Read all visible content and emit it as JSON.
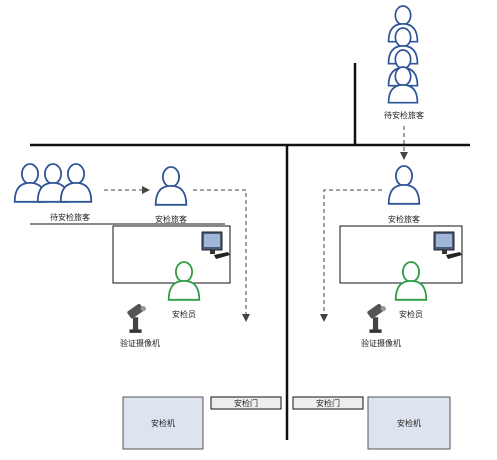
{
  "labels": {
    "waiting_passengers": "待安检旅客",
    "passenger_under_check": "安检旅客",
    "inspector": "安检员",
    "camera": "验证摄像机",
    "gate": "安检门",
    "machine": "安检机"
  },
  "colors": {
    "person_blue_stroke": "#2f5597",
    "person_green_stroke": "#2e9e44",
    "line": "#111111",
    "dashed_arrow": "#444444",
    "machine_fill": "#dde4f0"
  },
  "icons": {
    "passenger": "person-blue-icon",
    "inspector": "person-green-icon",
    "monitor": "computer-monitor-icon",
    "camera": "security-camera-icon"
  }
}
